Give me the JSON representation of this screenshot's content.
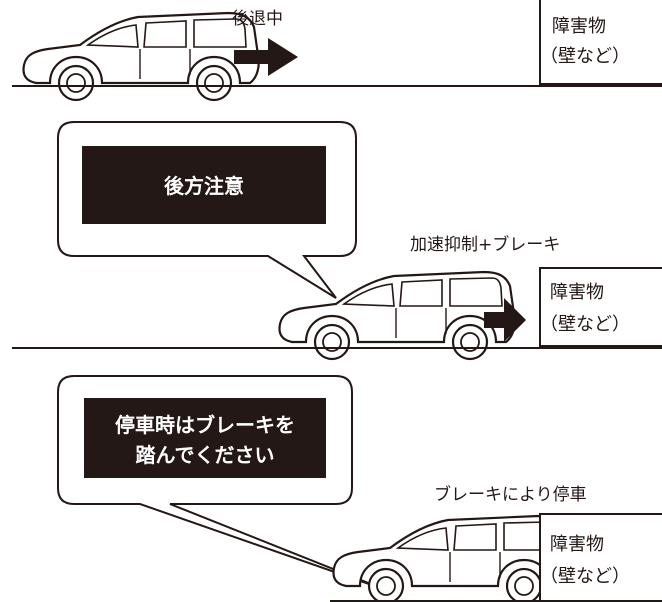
{
  "panel1": {
    "status": "後退中",
    "obstacle": {
      "line1": "障害物",
      "line2": "（壁など）"
    }
  },
  "panel2": {
    "display": "後方注意",
    "status": "加速抑制+ブレーキ",
    "obstacle": {
      "line1": "障害物",
      "line2": "（壁など）"
    }
  },
  "panel3": {
    "display_line1": "停車時はブレーキを",
    "display_line2": "踏んでください",
    "status": "ブレーキにより停車",
    "obstacle": {
      "line1": "障害物",
      "line2": "（壁など）"
    }
  },
  "colors": {
    "ink": "#231815",
    "display_bg": "#231815",
    "display_text": "#ffffff"
  }
}
